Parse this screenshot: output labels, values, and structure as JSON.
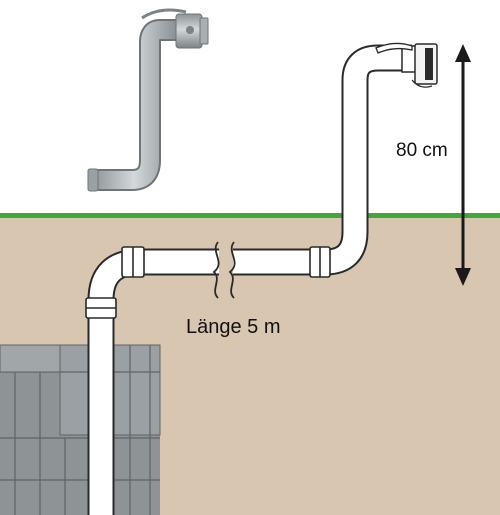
{
  "labels": {
    "height": "80 cm",
    "length": "Länge 5 m"
  },
  "colors": {
    "soil": "#d9c6b0",
    "grass": "#41a93b",
    "sky": "#ffffff",
    "pipe_fill": "#ffffff",
    "pipe_outline": "#2a2a2a",
    "tank": "#8e9396",
    "tank_line": "#5f6467",
    "fitting_metal": "#a9aeb1",
    "arrow": "#1a1a1a"
  },
  "icons": {
    "fitting": "galvanized-pipe-bend-icon",
    "coupling": "storz-coupling-icon",
    "break": "pipe-break-symbol",
    "dimension": "double-arrow-icon"
  }
}
